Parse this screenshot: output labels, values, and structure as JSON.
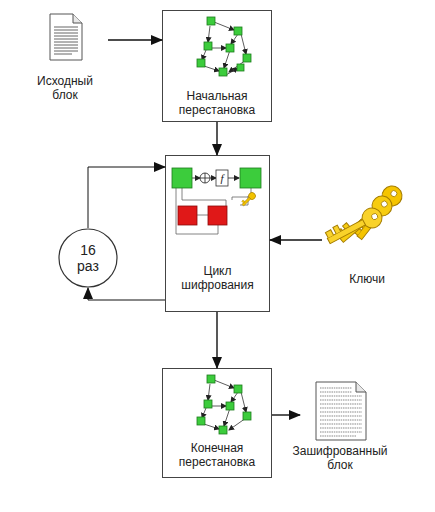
{
  "diagram": {
    "nodes": [
      {
        "text": [
          "Исходный блок"
        ]
      },
      {
        "text": [
          "Начальная перестановка"
        ]
      },
      {
        "text": [
          "16 раз"
        ]
      },
      {
        "text": [
          "Цикл шифрования"
        ]
      },
      {
        "text": [
          "Ключи"
        ]
      },
      {
        "text": [
          "Конечная перестановка"
        ]
      },
      {
        "text": [
          "Зашифрованный блок"
        ]
      }
    ],
    "edges": [
      {
        "from": 0,
        "to": 1,
        "arrow": "to"
      },
      {
        "from": 1,
        "to": 3,
        "arrow": "to"
      },
      {
        "from": 2,
        "to": 3,
        "arrow": "to"
      },
      {
        "from": 3,
        "to": 2,
        "arrow": "to"
      },
      {
        "from": 4,
        "to": 3,
        "arrow": "to"
      },
      {
        "from": 3,
        "to": 5,
        "arrow": "to"
      },
      {
        "from": 5,
        "to": 6,
        "arrow": "to"
      }
    ],
    "labels": [
      "f"
    ]
  }
}
